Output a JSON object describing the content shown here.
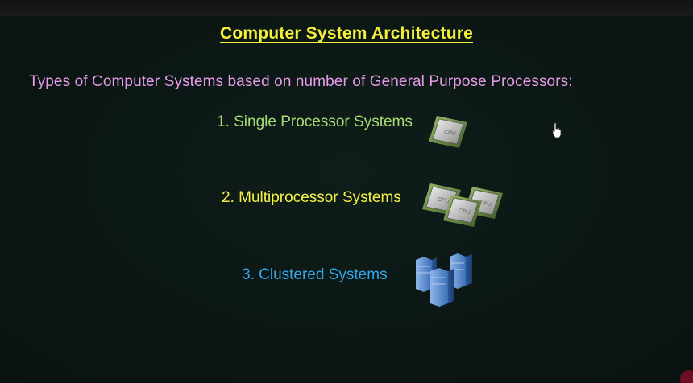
{
  "slide": {
    "title": "Computer System Architecture",
    "subtitle": "Types of Computer Systems based on number of General Purpose Processors:",
    "items": [
      {
        "label": "1. Single Processor Systems",
        "icon": "cpu-chip-icon",
        "color": "#a6dd73"
      },
      {
        "label": "2. Multiprocessor Systems",
        "icon": "multiple-cpu-chips-icon",
        "color": "#f6f141"
      },
      {
        "label": "3. Clustered Systems",
        "icon": "server-cluster-icon",
        "color": "#32a8ea"
      }
    ]
  },
  "colors": {
    "background": "#0c1815",
    "title": "#f3ef3a",
    "subtitle": "#e69be8"
  }
}
